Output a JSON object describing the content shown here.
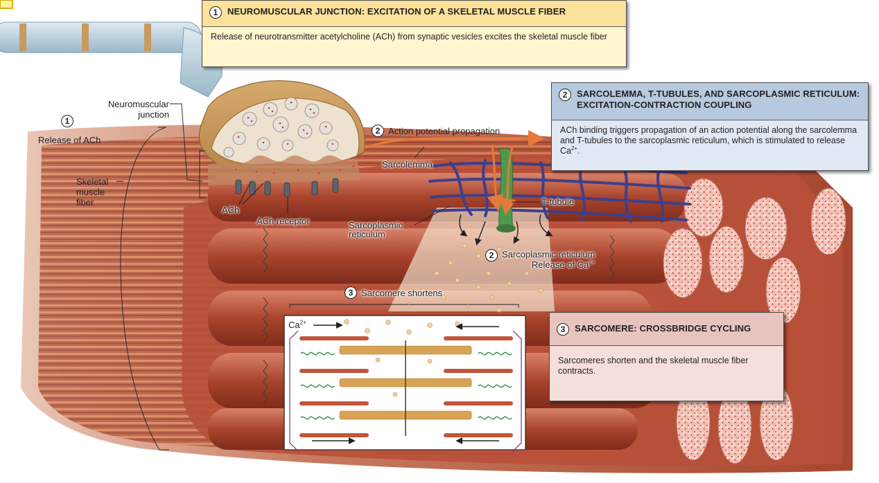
{
  "panels": {
    "p1": {
      "number": "1",
      "title": "NEUROMUSCULAR JUNCTION: EXCITATION OF A SKELETAL MUSCLE FIBER",
      "body": "Release of neurotransmitter acetylcholine (ACh) from synaptic vesicles excites the skeletal muscle fiber"
    },
    "p2": {
      "number": "2",
      "title": "SARCOLEMMA, T-TUBULES, AND SARCOPLASMIC RETICULUM: EXCITATION-CONTRACTION COUPLING",
      "body": "ACh binding triggers propagation of an action potential along the sarcolemma and T-tubules to the sarcoplasmic reticulum, which is stimulated to release Ca",
      "body_sup": "2+",
      "body_end": "."
    },
    "p3": {
      "number": "3",
      "title": "SARCOMERE: CROSSBRIDGE CYCLING",
      "body": "Sarcomeres shorten and the skeletal muscle fiber contracts."
    }
  },
  "labels": {
    "neuromuscular_junction": "Neuromuscular junction",
    "release_ach_num": "1",
    "release_ach": "Release of ACh",
    "skeletal_muscle_fiber": "Skeletal muscle fiber",
    "ach": "ACh",
    "ach_receptor": "ACh receptor",
    "action_potential_num": "2",
    "action_potential": "Action potential propagation",
    "sarcolemma": "Sarcolemma",
    "sarcoplasmic_reticulum": "Sarcoplasmic reticulum",
    "t_tubule": "T-tubule",
    "sr_release_num": "2",
    "sr_release_line1": "Sarcoplasmic reticulum",
    "sr_release_line2": "Release of Ca",
    "sr_release_sup": "2+",
    "sarcomere_shortens_num": "3",
    "sarcomere_shortens": "Sarcomere shortens",
    "ca_label": "Ca",
    "ca_sup": "2+"
  },
  "colors": {
    "panel1_header": "#fbe29a",
    "panel2_header": "#b6c9de",
    "panel3_header": "#e8c4bf",
    "muscle": "#b4553f",
    "sarcoplasmic_reticulum": "#4a4c9a",
    "t_tubule": "#4d9a4c",
    "action_potential_arrow": "#e7793a",
    "calcium": "#f0cfa0"
  }
}
